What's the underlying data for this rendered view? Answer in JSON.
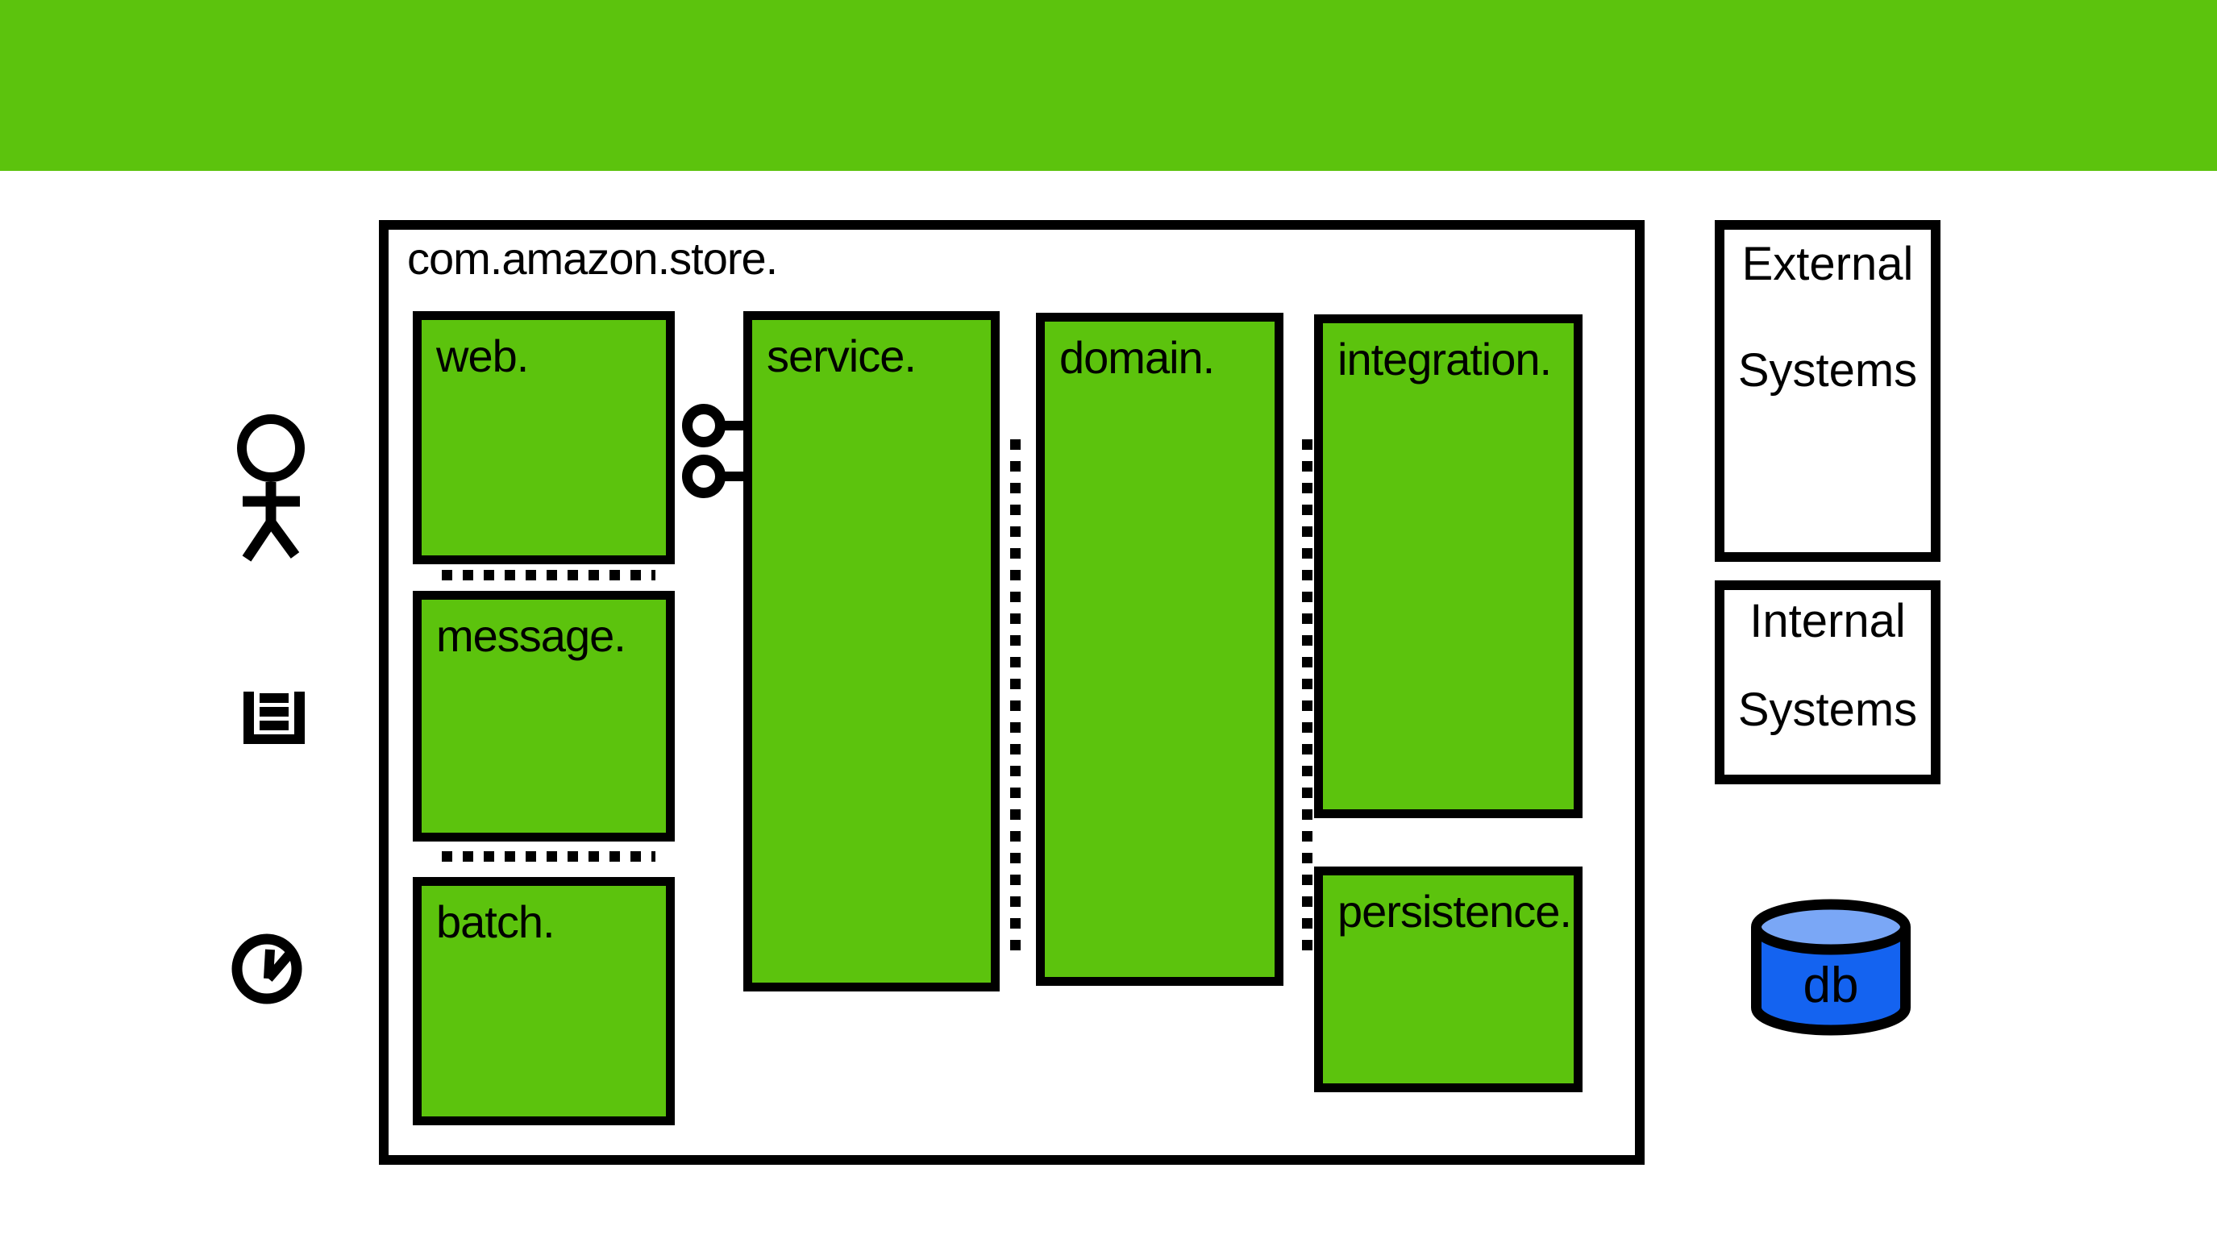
{
  "colors": {
    "package_green": "#5CC30D",
    "banner_green": "#5CC30D",
    "db_body_blue": "#1463F0",
    "db_top_blue": "#7AA7F6",
    "outline_black": "#000000"
  },
  "diagram": {
    "title": "com.amazon.store.",
    "packages": [
      {
        "id": "web",
        "label": "web."
      },
      {
        "id": "message",
        "label": "message."
      },
      {
        "id": "batch",
        "label": "batch."
      },
      {
        "id": "service",
        "label": "service."
      },
      {
        "id": "domain",
        "label": "domain."
      },
      {
        "id": "integration",
        "label": "integration."
      },
      {
        "id": "persistence",
        "label": "persistence."
      }
    ]
  },
  "icons": [
    {
      "name": "actor-icon"
    },
    {
      "name": "message-list-icon"
    },
    {
      "name": "clock-icon"
    },
    {
      "name": "interface-lollipop-icon"
    },
    {
      "name": "database-cylinder-icon"
    }
  ],
  "side_panel": {
    "external_systems": {
      "line1": "External",
      "line2": "Systems"
    },
    "internal_systems": {
      "line1": "Internal",
      "line2": "Systems"
    },
    "database": {
      "label": "db"
    }
  }
}
